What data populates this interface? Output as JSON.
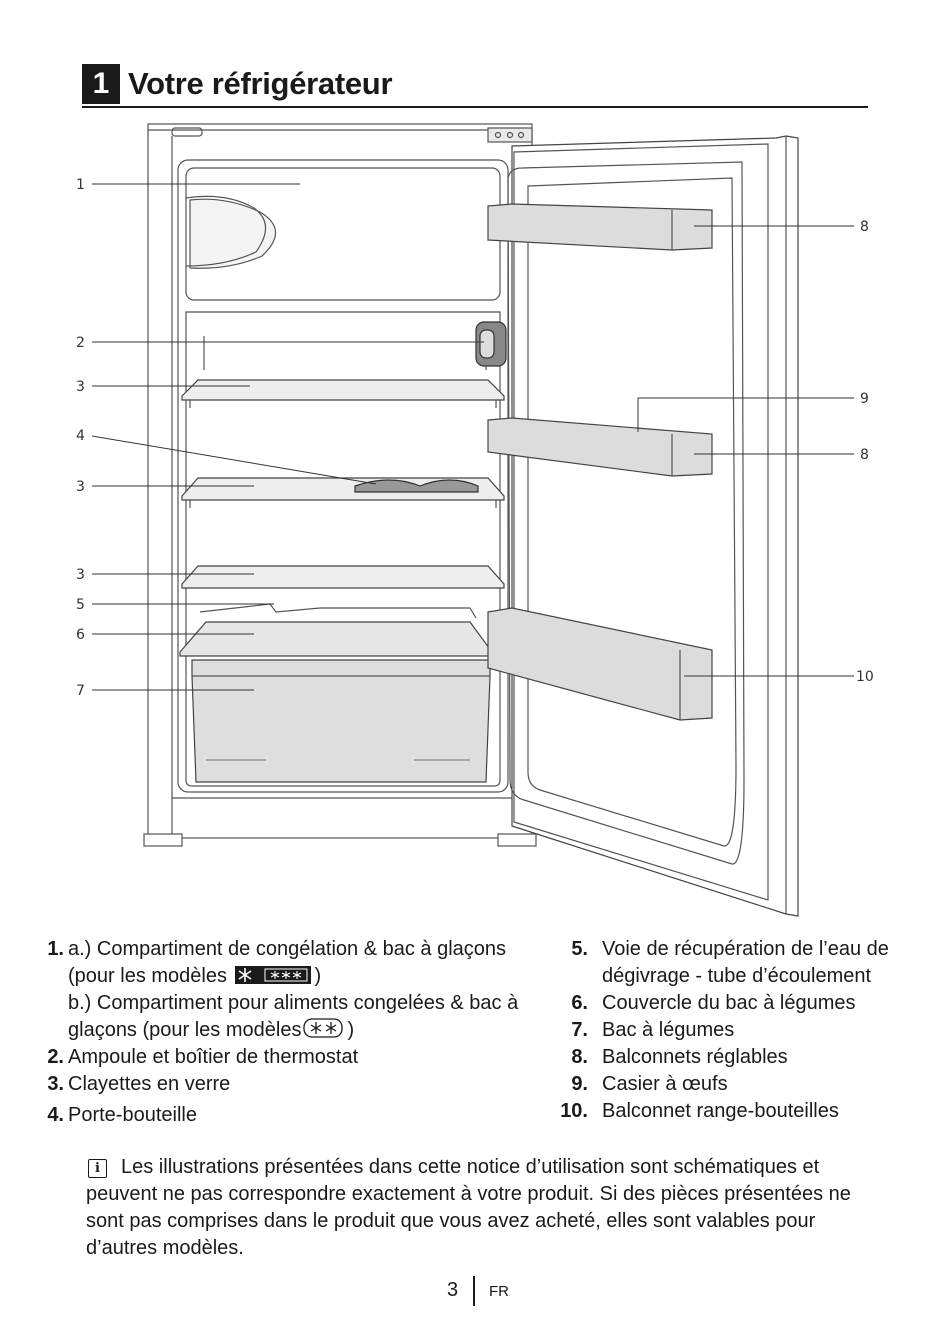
{
  "section": {
    "number": "1",
    "title": "Votre réfrigérateur"
  },
  "diagram": {
    "callouts_left": [
      "1",
      "2",
      "3",
      "4",
      "3",
      "3",
      "5",
      "6",
      "7"
    ],
    "callouts_right": [
      "8",
      "9",
      "8",
      "10"
    ]
  },
  "parts_left": [
    {
      "num": "1.",
      "lines": [
        "a.) Compartiment de congélation & bac à glaçons"
      ],
      "line2_pre": "(pour les modèles",
      "line2_post": ")",
      "lines_b": [
        "b.) Compartiment pour aliments congelées & bac à"
      ],
      "line4_pre": "glaçons (pour les modèles",
      "line4_post": ")"
    },
    {
      "num": "2.",
      "text": "Ampoule et boîtier de thermostat"
    },
    {
      "num": "3.",
      "text": "Clayettes en verre"
    },
    {
      "num": "4.",
      "text": "Porte-bouteille"
    }
  ],
  "parts_right": [
    {
      "num": "5.",
      "line1": "Voie de récupération de l’eau de",
      "line2": "dégivrage - tube d’écoulement"
    },
    {
      "num": "6.",
      "text": "Couvercle du bac à légumes"
    },
    {
      "num": "7.",
      "text": "Bac à légumes"
    },
    {
      "num": "8.",
      "text": "Balconnets réglables"
    },
    {
      "num": "9.",
      "text": "Casier à œufs"
    },
    {
      "num": "10.",
      "text": "Balconnet range-bouteilles"
    }
  ],
  "note": {
    "icon": "info-icon",
    "icon_glyph": "i",
    "text": "Les illustrations présentées dans cette notice d’utilisation sont schématiques et peuvent ne pas correspondre exactement à votre produit. Si des pièces présentées ne sont pas comprises dans le produit que vous avez acheté, elles sont valables pour d’autres modèles."
  },
  "footer": {
    "page": "3",
    "lang": "FR"
  }
}
